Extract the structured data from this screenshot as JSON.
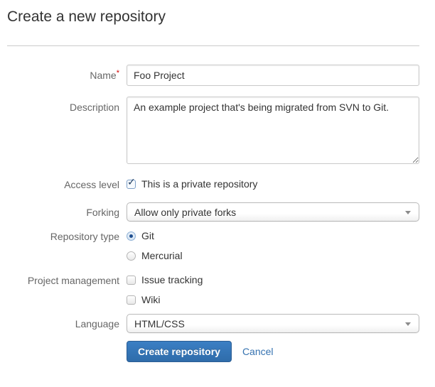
{
  "page": {
    "title": "Create a new repository"
  },
  "form": {
    "fields": {
      "name": {
        "label": "Name",
        "required_marker": "*",
        "value": "Foo Project"
      },
      "description": {
        "label": "Description",
        "value": "An example project that's being migrated from SVN to Git."
      },
      "access_level": {
        "label": "Access level",
        "checkbox_label": "This is a private repository",
        "checked": true
      },
      "forking": {
        "label": "Forking",
        "selected_option": "Allow only private forks"
      },
      "repository_type": {
        "label": "Repository type",
        "options": [
          {
            "label": "Git",
            "selected": true
          },
          {
            "label": "Mercurial",
            "selected": false
          }
        ]
      },
      "project_management": {
        "label": "Project management",
        "options": [
          {
            "label": "Issue tracking",
            "checked": false
          },
          {
            "label": "Wiki",
            "checked": false
          }
        ]
      },
      "language": {
        "label": "Language",
        "selected_option": "HTML/CSS"
      }
    },
    "actions": {
      "submit_label": "Create repository",
      "cancel_label": "Cancel"
    }
  },
  "icons": {
    "select_arrow": "chevron-down",
    "checkbox_check": "check",
    "check_glyph": "✓"
  },
  "colors": {
    "primary_button": "#3572b0",
    "link": "#3572b0",
    "required_asterisk": "#d20000",
    "label_text": "#666666",
    "field_border": "#c9c9c9"
  }
}
